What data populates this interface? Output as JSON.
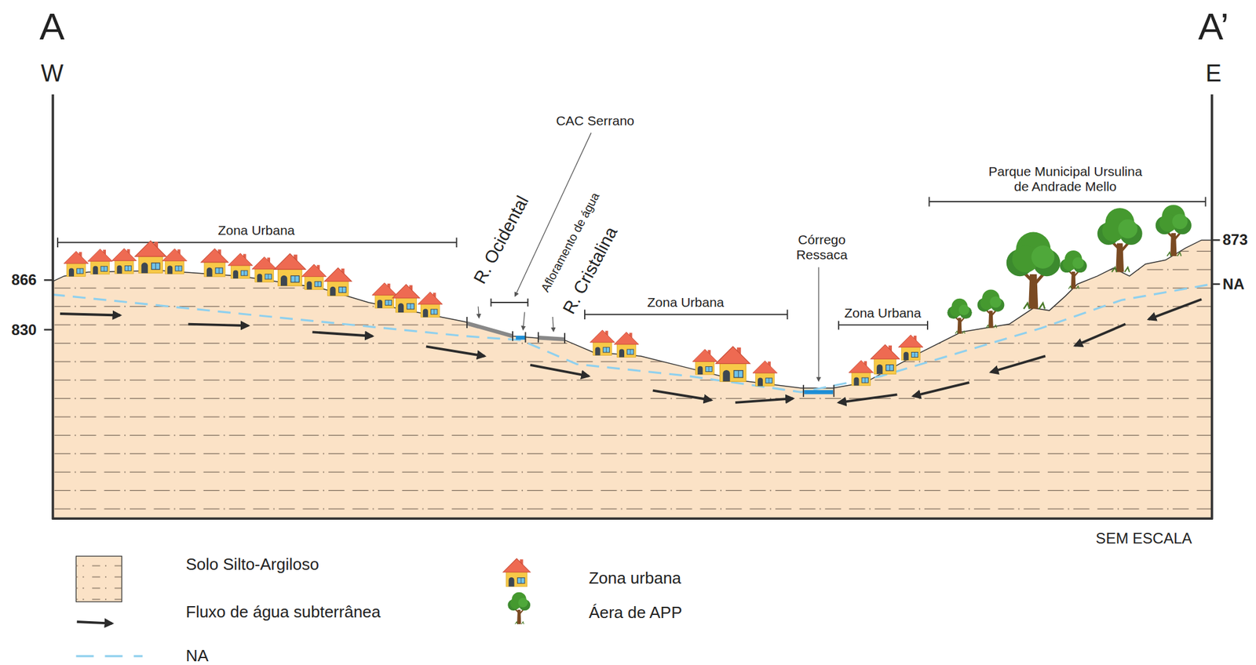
{
  "diagram": {
    "labels": [
      "A",
      "W",
      "A’",
      "E",
      "866",
      "830",
      "873",
      "NA",
      "Zona Urbana",
      "R. Ocidental",
      "CAC Serrano",
      "Afloramento de água",
      "R. Cristalina",
      "Zona Urbana",
      "Córrego Ressaca",
      "Zona Urbana",
      "Parque Municipal Ursulina de Andrade Mello",
      "SEM ESCALA"
    ],
    "legend": [
      {
        "text": "Solo Silto-Argiloso"
      },
      {
        "text": "Fluxo de água subterrânea"
      },
      {
        "text": "NA"
      },
      {
        "text": "Zona urbana"
      },
      {
        "text": "Áera de APP"
      }
    ]
  }
}
